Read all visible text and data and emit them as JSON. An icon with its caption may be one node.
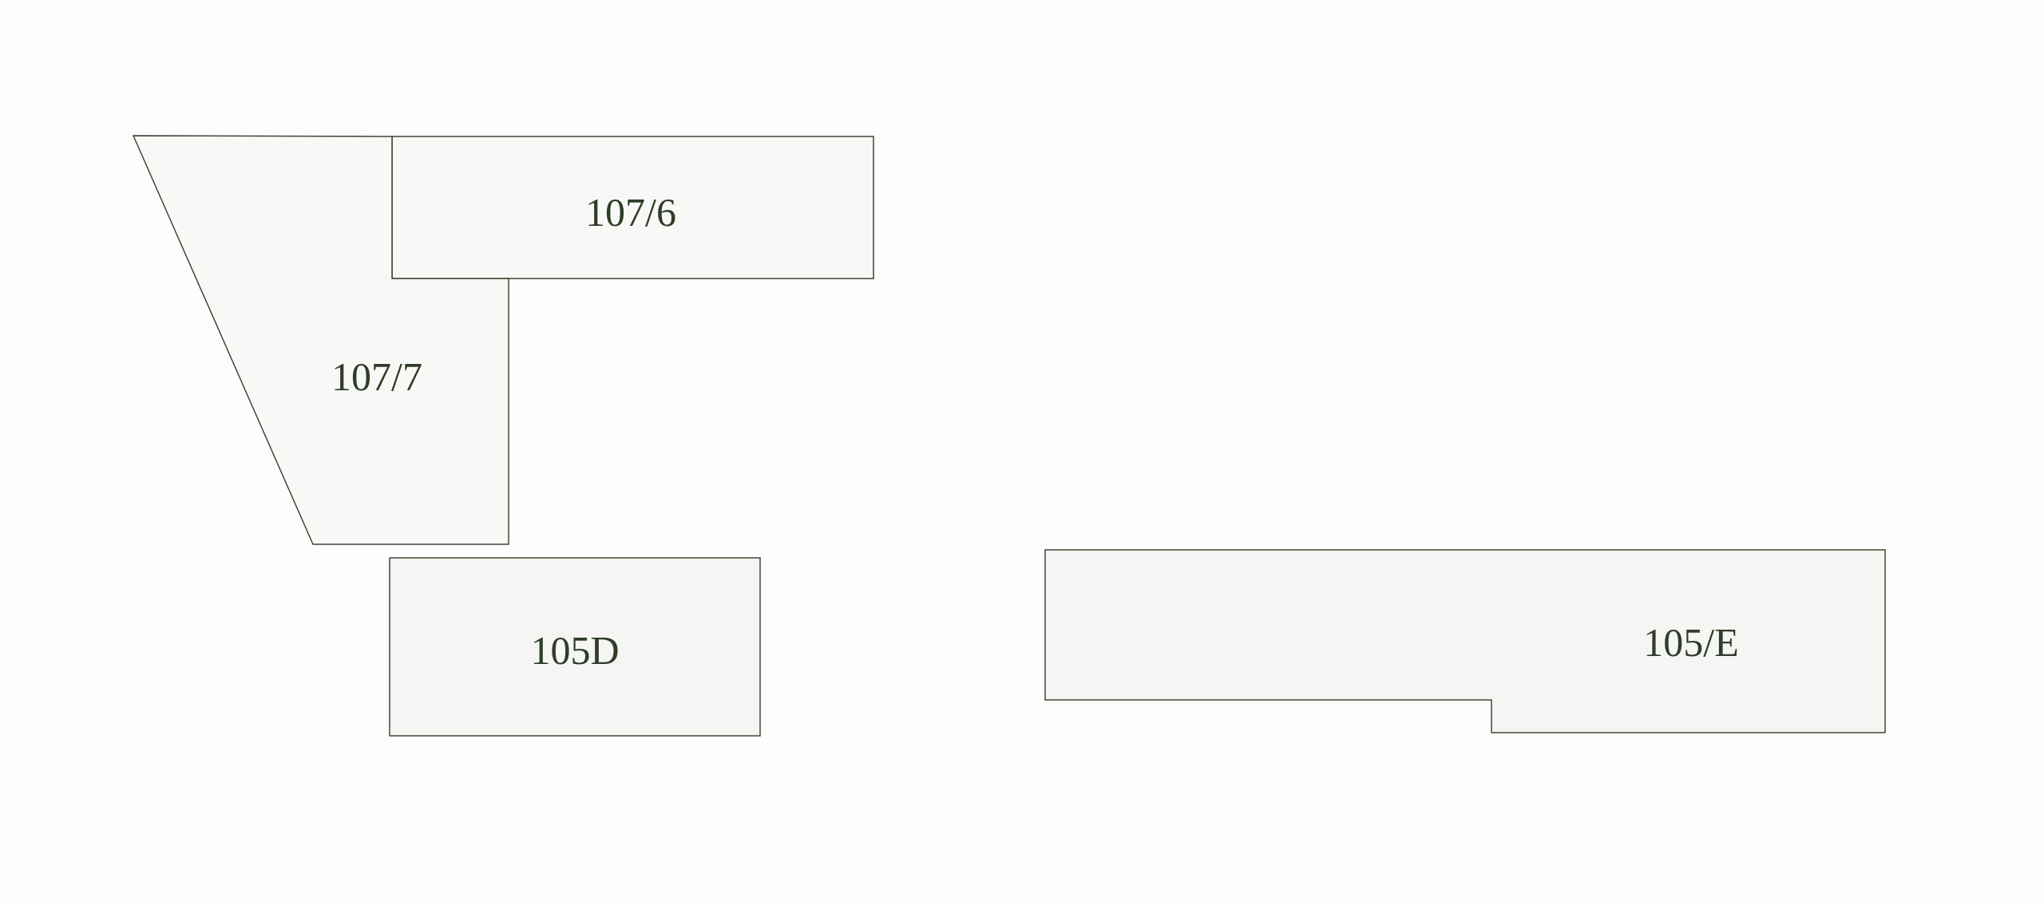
{
  "diagram": {
    "nodes": [
      {
        "text": [
          "107/6"
        ]
      },
      {
        "text": [
          "107/7"
        ]
      },
      {
        "text": [
          "105D"
        ]
      },
      {
        "text": [
          "105/E"
        ]
      }
    ]
  }
}
